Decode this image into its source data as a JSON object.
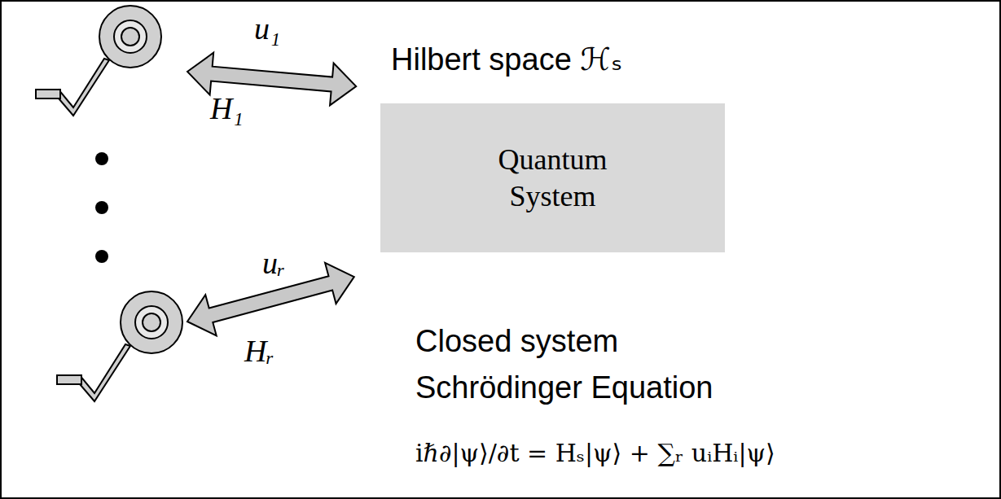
{
  "diagram": {
    "nodes": [
      {
        "text": [
          "Quantum System"
        ]
      }
    ],
    "labels": [
      "u₁",
      "H₁",
      "uᵣ",
      "Hᵣ",
      "Hilbert space ℋₛ",
      "Closed system",
      "Schrödinger Equation",
      "iℏ∂|ψ⟩/∂t = Hₛ|ψ⟩ + ∑ᵣ uᵢHᵢ|ψ⟩"
    ]
  }
}
